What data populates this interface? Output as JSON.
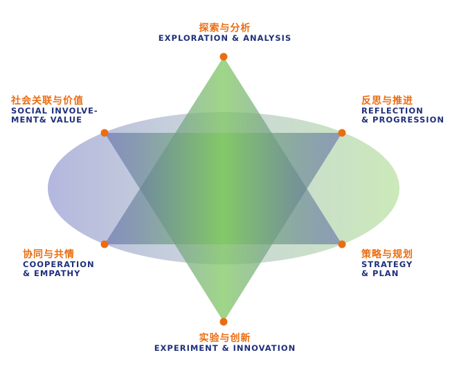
{
  "colors": {
    "accent_orange": "#ea6d12",
    "text_navy": "#1f2f7a",
    "purple_fill": "#7b82bf",
    "green_fill": "#8fcf6f",
    "node": "#ea6d12"
  },
  "nodes": {
    "top": {
      "zh": "探索与分析",
      "en": "EXPLORATION & ANALYSIS"
    },
    "upper_left": {
      "zh": "社会关联与价值",
      "en_line1": "SOCIAL INVOLVE-",
      "en_line2": "MENT& VALUE"
    },
    "upper_right": {
      "zh": "反思与推进",
      "en_line1": "REFLECTION",
      "en_line2": "& PROGRESSION"
    },
    "lower_left": {
      "zh": "协同与共情",
      "en_line1": "COOPERATION",
      "en_line2": "& EMPATHY"
    },
    "lower_right": {
      "zh": "策略与规划",
      "en_line1": "STRATEGY",
      "en_line2": "& PLAN"
    },
    "bottom": {
      "zh": "实验与创新",
      "en": "EXPERIMENT & INNOVATION"
    }
  }
}
